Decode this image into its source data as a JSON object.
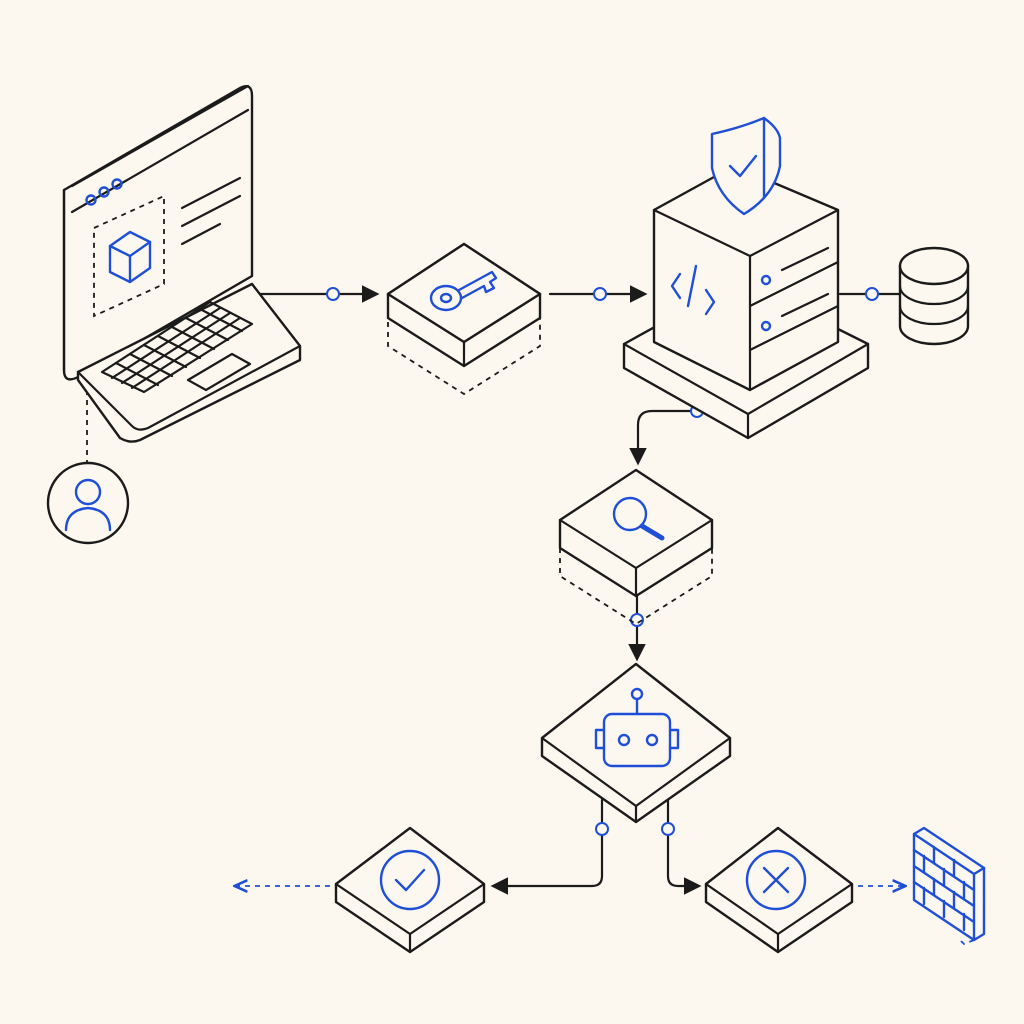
{
  "colors": {
    "background": "#fcf8f0",
    "ink": "#1b1b1b",
    "accent": "#1f4fd6"
  },
  "nodes": [
    {
      "id": "client-laptop",
      "icon": "cube-icon"
    },
    {
      "id": "user",
      "icon": "user-icon"
    },
    {
      "id": "auth-key",
      "icon": "key-icon"
    },
    {
      "id": "app-server",
      "icon": "code-icon",
      "badge": "shield-check-icon"
    },
    {
      "id": "database",
      "icon": "database-icon"
    },
    {
      "id": "inspection",
      "icon": "magnifier-icon"
    },
    {
      "id": "bot-check",
      "icon": "robot-icon"
    },
    {
      "id": "allowed",
      "icon": "check-circle-icon"
    },
    {
      "id": "blocked",
      "icon": "x-circle-icon"
    },
    {
      "id": "firewall",
      "icon": "brick-wall-icon"
    }
  ],
  "edges": [
    {
      "from": "client-laptop",
      "to": "auth-key"
    },
    {
      "from": "auth-key",
      "to": "app-server"
    },
    {
      "from": "app-server",
      "to": "database"
    },
    {
      "from": "app-server",
      "to": "inspection"
    },
    {
      "from": "inspection",
      "to": "bot-check"
    },
    {
      "from": "bot-check",
      "to": "allowed"
    },
    {
      "from": "bot-check",
      "to": "blocked"
    },
    {
      "from": "blocked",
      "to": "firewall"
    },
    {
      "from": "user",
      "to": "client-laptop"
    }
  ]
}
